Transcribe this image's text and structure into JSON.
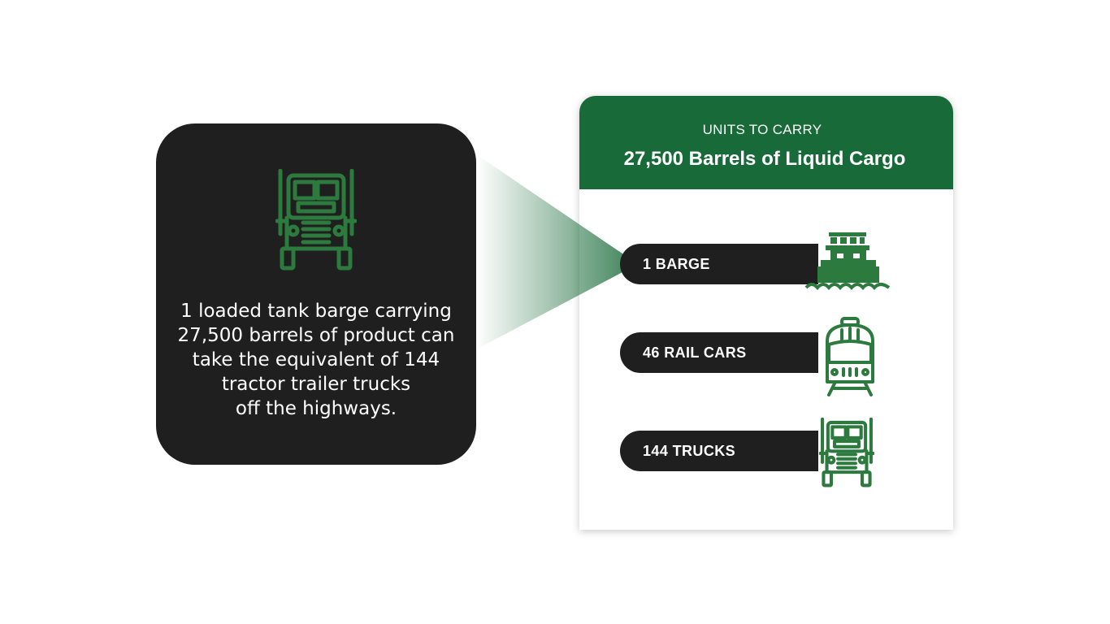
{
  "callout": {
    "icon": "truck-front-icon",
    "text_lines": [
      "1 loaded tank barge carrying",
      "27,500 barrels of product can",
      "take the equivalent of 144",
      "tractor trailer trucks",
      "off the highways."
    ]
  },
  "card": {
    "kicker": "UNITS TO CARRY",
    "title": "27,500 Barrels of Liquid Cargo"
  },
  "units": [
    {
      "label": "1 BARGE",
      "icon": "barge-icon"
    },
    {
      "label": "46 RAIL CARS",
      "icon": "train-front-icon"
    },
    {
      "label": "144 TRUCKS",
      "icon": "truck-front-icon"
    }
  ],
  "colors": {
    "accent_green": "#186a38",
    "icon_green": "#2d7a3e",
    "dark": "#1f1f1f",
    "background": "#ffffff"
  }
}
